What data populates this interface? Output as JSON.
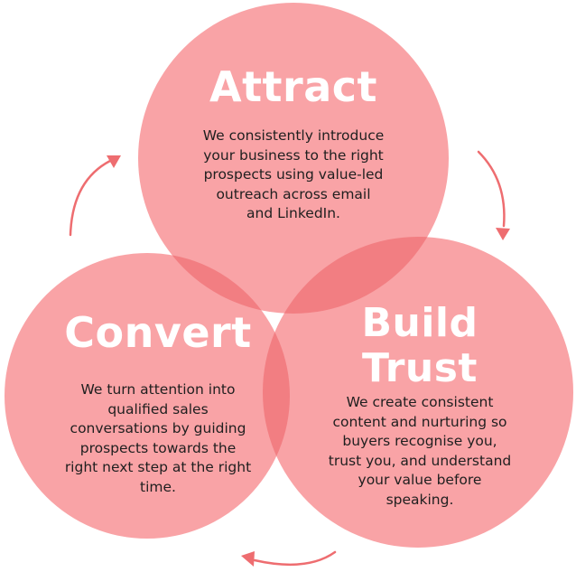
{
  "colors": {
    "circle_fill": "#f9a3a6",
    "overlap_fill": "#f27e82",
    "arrow": "#ee6d70",
    "title_text": "#ffffff",
    "body_text": "#1f1f1f"
  },
  "circles": {
    "attract": {
      "title": "Attract",
      "lines": [
        "We consistently introduce",
        "your business to the right",
        "prospects using value-led",
        "outreach across email",
        "and LinkedIn."
      ]
    },
    "convert": {
      "title": "Convert",
      "lines": [
        "We turn attention into",
        "qualified sales",
        "conversations by guiding",
        "prospects towards the",
        "right next step at the right",
        "time."
      ]
    },
    "build_trust": {
      "title_line1": "Build",
      "title_line2": "Trust",
      "lines": [
        "We create consistent",
        "content and nurturing so",
        "buyers recognise you,",
        "trust you, and understand",
        "your value before",
        "speaking."
      ]
    }
  },
  "arrows": [
    {
      "from": "convert",
      "to": "attract",
      "icon": "curved-arrow-icon"
    },
    {
      "from": "attract",
      "to": "build_trust",
      "icon": "curved-arrow-icon"
    },
    {
      "from": "build_trust",
      "to": "convert",
      "icon": "curved-arrow-icon"
    }
  ]
}
